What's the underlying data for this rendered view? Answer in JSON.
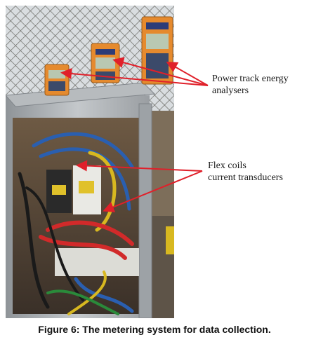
{
  "figure": {
    "annotation_1": {
      "line_1": "Power track energy",
      "line_2": "analysers"
    },
    "annotation_2": {
      "line_1": "Flex coils",
      "line_2": "current transducers"
    },
    "caption": "Figure 6: The metering system for data collection."
  },
  "colors": {
    "arrow": "#e0202a",
    "sky": "#cfd6dc",
    "metal": "#a9adb0",
    "device": "#e58a2e"
  }
}
